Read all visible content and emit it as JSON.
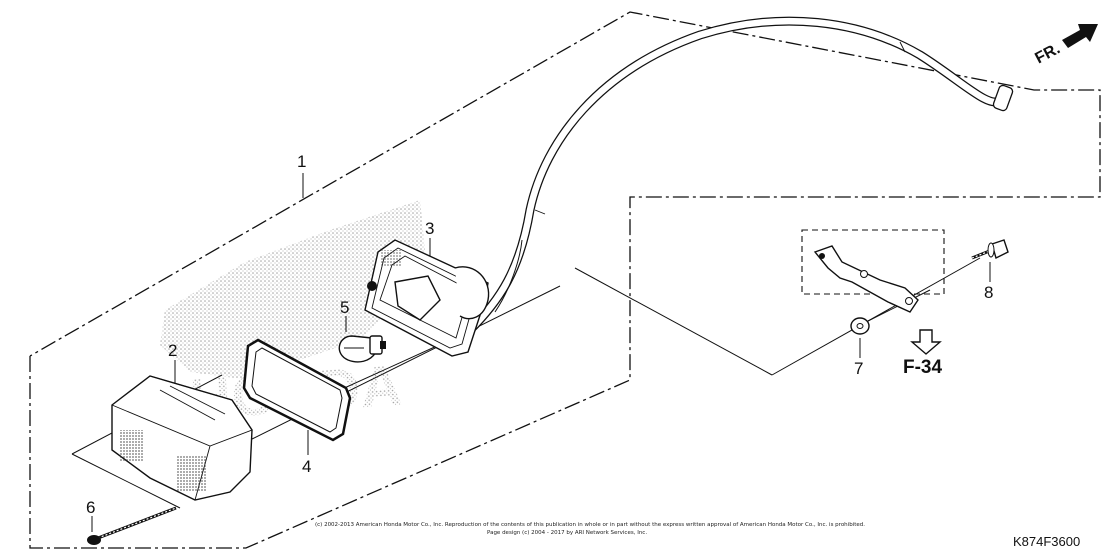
{
  "diagram": {
    "callouts": [
      {
        "id": "1",
        "label": "1"
      },
      {
        "id": "2",
        "label": "2"
      },
      {
        "id": "3",
        "label": "3"
      },
      {
        "id": "4",
        "label": "4"
      },
      {
        "id": "5",
        "label": "5"
      },
      {
        "id": "6",
        "label": "6"
      },
      {
        "id": "7",
        "label": "7"
      },
      {
        "id": "8",
        "label": "8"
      }
    ],
    "reference": "F-34",
    "front_indicator": "FR.",
    "watermark_brand": "HONDA",
    "copyright_line1": "(c) 2002-2013 American Honda Motor Co., Inc. Reproduction of the contents of this publication in whole or in part without the express written approval of American Honda Motor Co., Inc. is prohibited.",
    "copyright_line2": "Page design (c) 2004 - 2017 by ARI Network Services, Inc.",
    "diagram_code": "K874F3600"
  }
}
